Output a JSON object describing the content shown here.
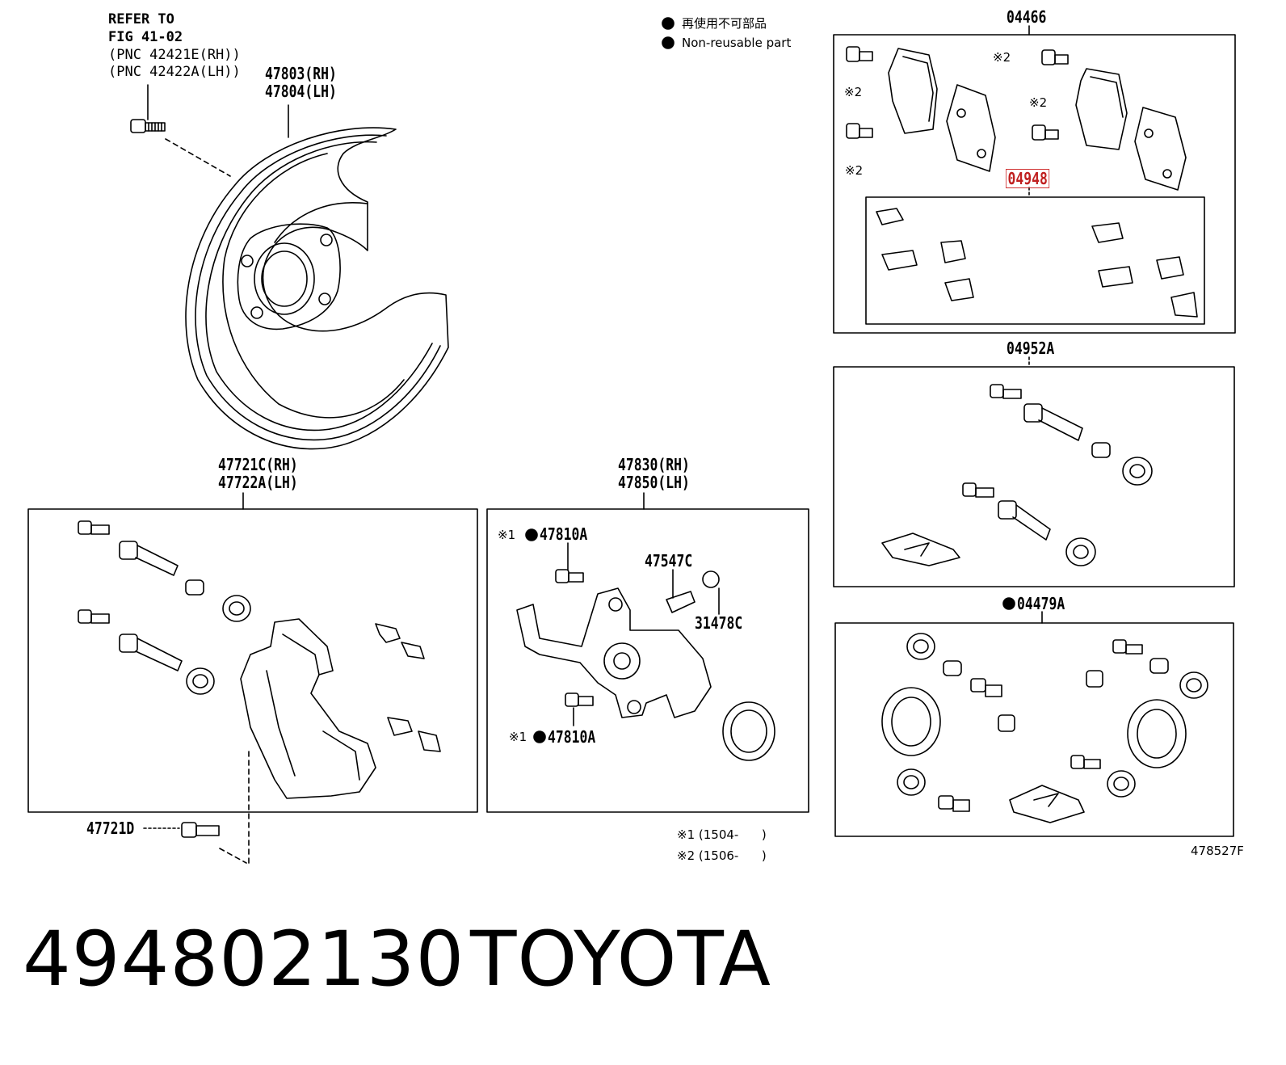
{
  "refer": {
    "line1": "REFER TO",
    "line2": "FIG 41-02",
    "line3": "(PNC 42421E(RH))",
    "line4": "(PNC 42422A(LH))"
  },
  "legend": {
    "jp": "再使用不可部品",
    "en": "Non-reusable part"
  },
  "labels": {
    "backing_rh": "47803(RH)",
    "backing_lh": "47804(LH)",
    "support_rh": "47721C(RH)",
    "support_lh": "47722A(LH)",
    "cyl_rh": "47830(RH)",
    "cyl_lh": "47850(LH)",
    "pad_kit": "04466",
    "pad_sub": "04948",
    "guide_kit": "04952A",
    "cyl_kit": "04479A",
    "bolt_a": "47810A",
    "bleeder": "47547C",
    "bleeder_cap": "31478C",
    "bolt_b": "47810A",
    "bolt_d": "47721D",
    "fig_no": "478527F"
  },
  "marks": {
    "m1": "※1",
    "m2": "※2",
    "note1": "※1 (1504-      )",
    "note2": "※2 (1506-      )"
  },
  "footer": {
    "part_no": "494802130",
    "brand": "TOYOTA"
  },
  "colors": {
    "highlight": "#d03030",
    "line": "#000000"
  }
}
